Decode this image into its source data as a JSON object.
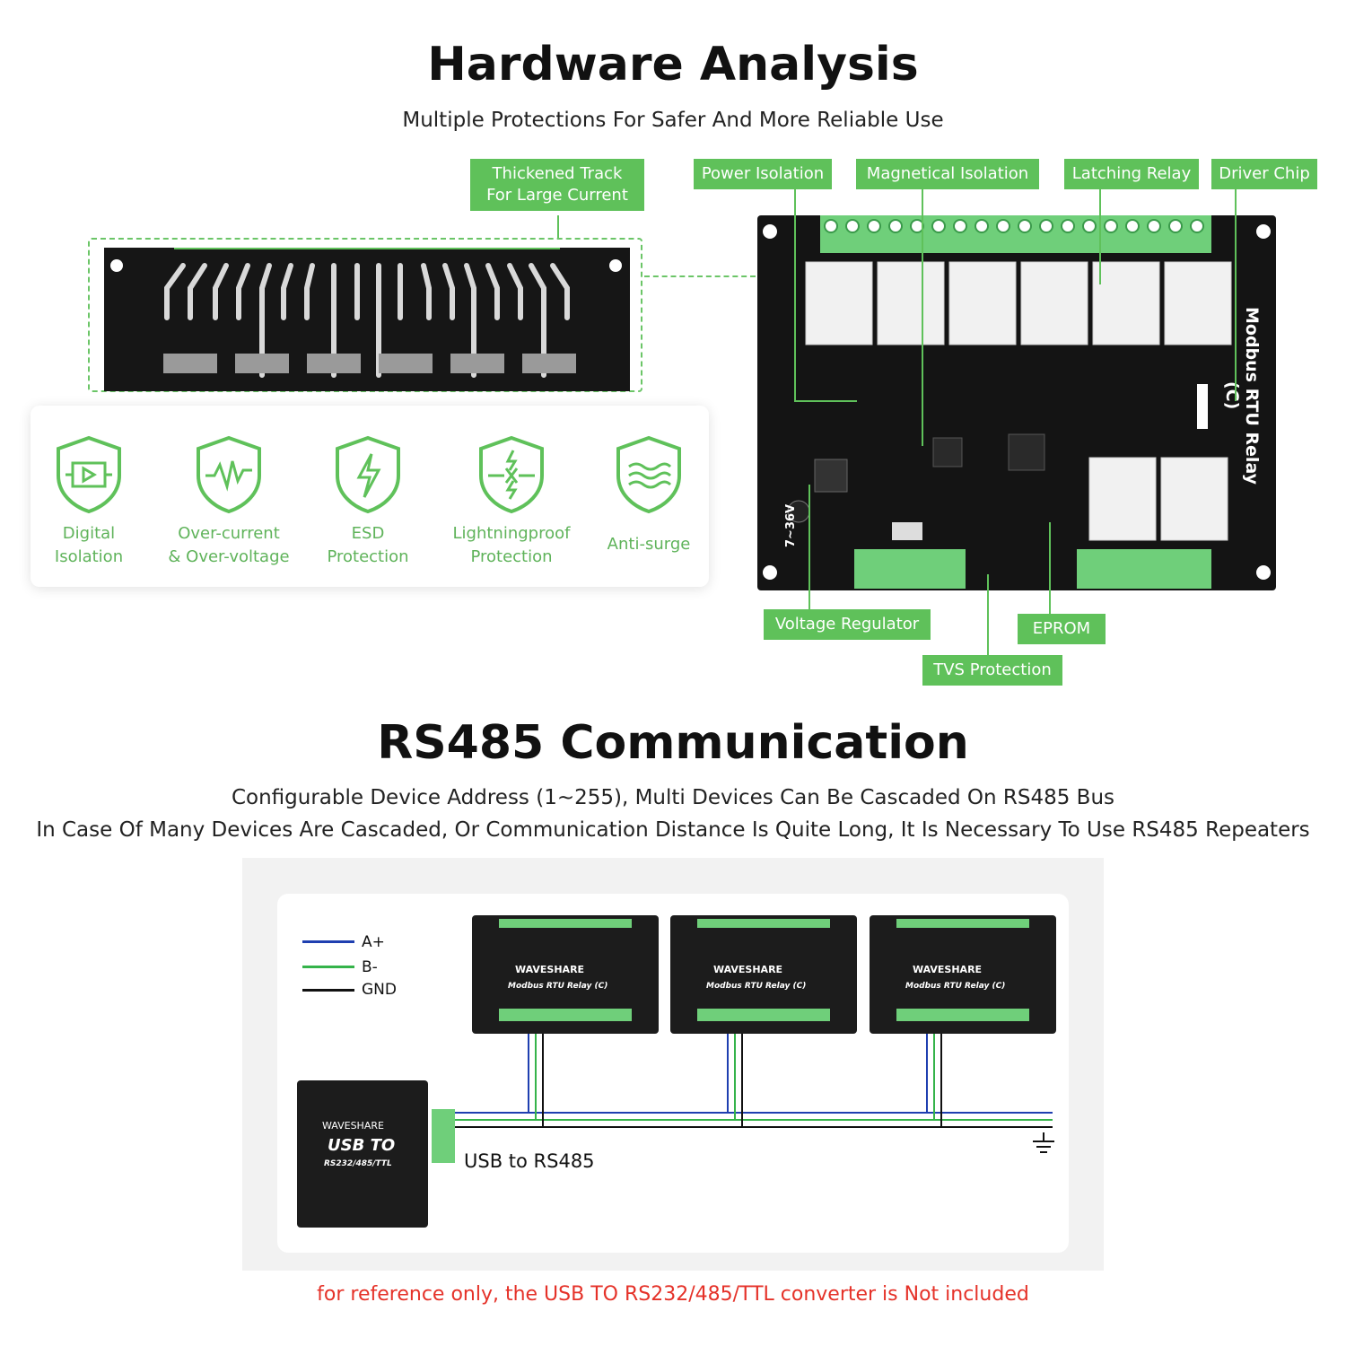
{
  "hardware": {
    "title": "Hardware Analysis",
    "subtitle": "Multiple Protections For Safer And More Reliable Use",
    "track_label_line1": "Thickened Track",
    "track_label_line2": "For Large Current",
    "tags": {
      "power_isolation": "Power Isolation",
      "magnetical_isolation": "Magnetical Isolation",
      "latching_relay": "Latching Relay",
      "driver_chip": "Driver Chip",
      "voltage_regulator": "Voltage Regulator",
      "eprom": "EPROM",
      "tvs_protection": "TVS Protection"
    },
    "board_label": "Modbus RTU Relay (C)",
    "voltage_marking": "7~36V",
    "features": [
      {
        "line1": "Digital",
        "line2": "Isolation"
      },
      {
        "line1": "Over-current",
        "line2": "& Over-voltage"
      },
      {
        "line1": "ESD",
        "line2": "Protection"
      },
      {
        "line1": "Lightningproof",
        "line2": "Protection"
      },
      {
        "line1": "Anti-surge",
        "line2": ""
      }
    ]
  },
  "rs485": {
    "title": "RS485 Communication",
    "line1": "Configurable Device Address (1~255), Multi Devices Can Be Cascaded On RS485 Bus",
    "line2": "In Case Of Many Devices Are Cascaded, Or Communication Distance Is Quite Long, It Is Necessary To Use RS485 Repeaters",
    "legend": {
      "a": "A+",
      "b": "B-",
      "gnd": "GND"
    },
    "colors": {
      "a": "#1f3fb0",
      "b": "#35b34a",
      "gnd": "#111111",
      "accent": "#5fc15a"
    },
    "converter_label": "USB to RS485",
    "converter_brand": "WAVESHARE",
    "converter_title1": "USB TO",
    "converter_title2": "RS232/485/TTL",
    "device_brand": "WAVESHARE",
    "device_name": "Modbus RTU Relay (C)"
  },
  "footer": "for reference only, the USB TO RS232/485/TTL converter is Not included"
}
